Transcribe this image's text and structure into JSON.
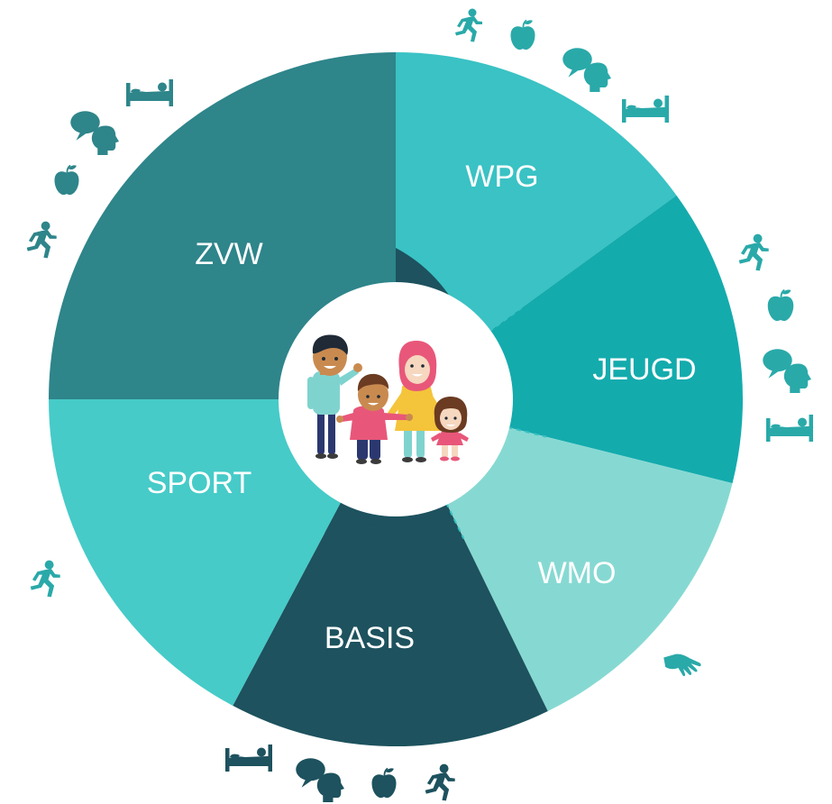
{
  "colors": {
    "teal_light": "#3ac2c4",
    "teal_mid": "#14abad",
    "teal_pale": "#86d9d2",
    "teal_dark": "#1d525e",
    "teal_grey": "#2e858a",
    "teal_sport": "#46cbc8",
    "icon": "#2aa9a9",
    "icon_dark": "#1d525e"
  },
  "segments": [
    {
      "id": "wpg",
      "label": "WPG",
      "color": "#3ac2c4"
    },
    {
      "id": "jeugd",
      "label": "JEUGD",
      "color": "#14abad"
    },
    {
      "id": "wmo",
      "label": "WMO",
      "color": "#86d9d2"
    },
    {
      "id": "basis",
      "label": "BASIS",
      "color": "#1d525e"
    },
    {
      "id": "sport",
      "label": "SPORT",
      "color": "#46cbc8"
    },
    {
      "id": "zvw",
      "label": "ZVW",
      "color": "#2e858a"
    }
  ],
  "icon_groups": {
    "wpg": [
      "runner-icon",
      "apple-icon",
      "speech-head-icon",
      "bed-icon"
    ],
    "jeugd": [
      "runner-icon",
      "apple-icon",
      "speech-head-icon",
      "bed-icon"
    ],
    "wmo": [
      "hand-icon"
    ],
    "basis": [
      "bed-icon",
      "speech-head-icon",
      "apple-icon",
      "runner-icon"
    ],
    "sport": [
      "runner-icon"
    ],
    "zvw": [
      "bed-icon",
      "speech-head-icon",
      "apple-icon",
      "runner-icon"
    ]
  },
  "center": {
    "image": "family-illustration"
  }
}
